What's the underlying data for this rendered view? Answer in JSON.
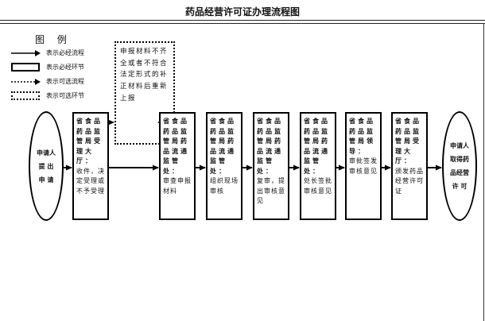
{
  "title": "药品经营许可证办理流程图",
  "legend": {
    "title": "图 例",
    "items": [
      {
        "icon": "solid-arrow",
        "label": "表示必经流程"
      },
      {
        "icon": "solid-box",
        "label": "表示必经环节"
      },
      {
        "icon": "dotted-arrow",
        "label": "表示可选流程"
      },
      {
        "icon": "dotted-box",
        "label": "表示可选环节"
      }
    ]
  },
  "optional_note": "申报材料不齐全或者不符合法定形式的补正材料后重新上报",
  "start": {
    "lines": [
      "申请人",
      "提 出",
      "申 请"
    ]
  },
  "steps": [
    {
      "head": "省食品药品监管局受理大厅：",
      "body": "收件，决定受理或不予受理"
    },
    {
      "head": "省食品药品监管局药品流通监管处：",
      "body": "审查申报材料"
    },
    {
      "head": "省食品药品监管局药品流通监管处：",
      "body": "组织现场审核"
    },
    {
      "head": "省食品药品监管局药品流通监管处：",
      "body": "复审，提出审核意见"
    },
    {
      "head": "省食品药品监管局药品流通监管处：",
      "body": "处长签批审核意见"
    },
    {
      "head": "省食品药品监管局领导：",
      "body": "审批签发审核意见"
    },
    {
      "head": "省食品药品监管局受理大厅：",
      "body": "颁发药品经营许可证"
    }
  ],
  "end": {
    "lines": [
      "申请人",
      "取得药品经营",
      "许 可"
    ]
  }
}
